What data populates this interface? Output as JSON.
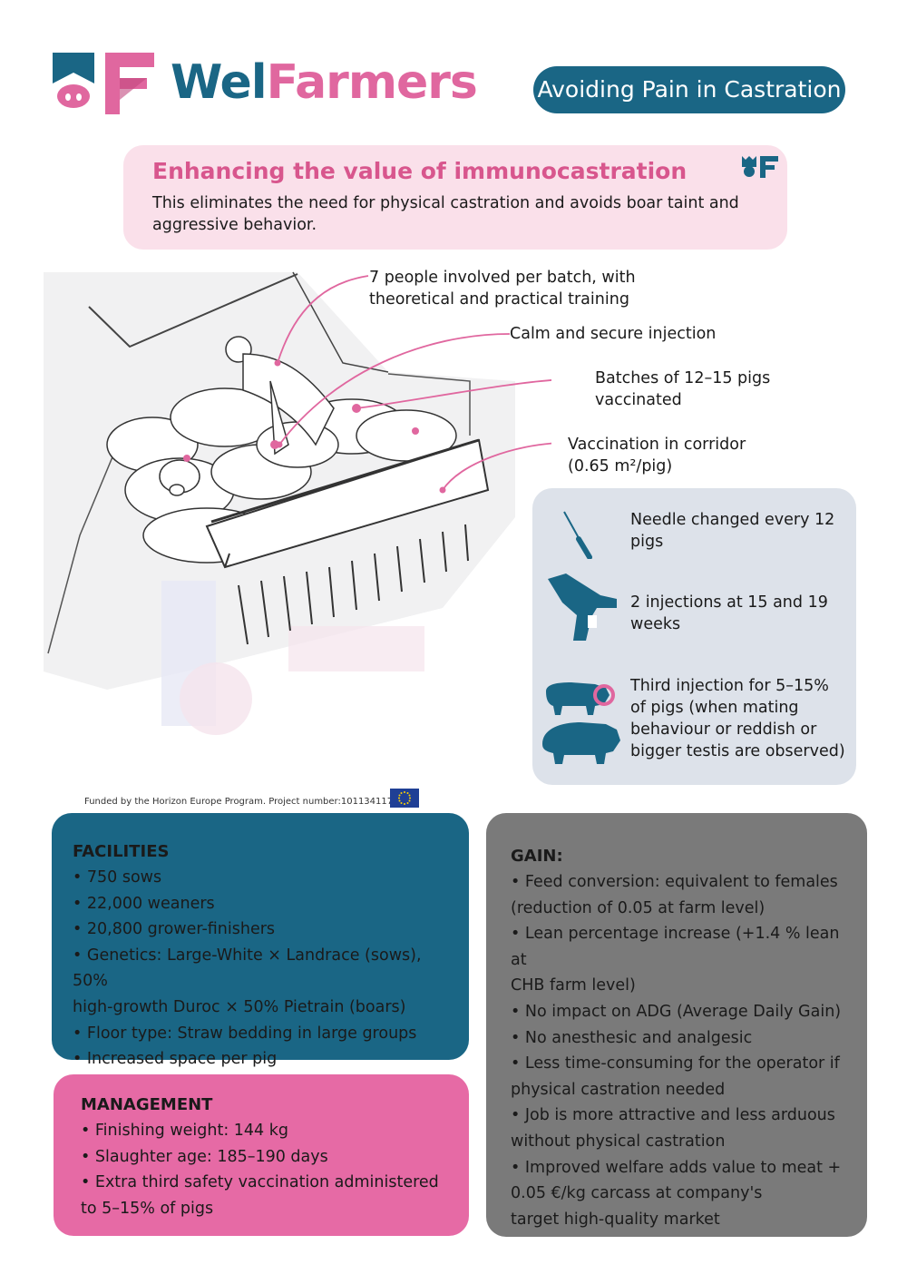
{
  "header": {
    "logo_wel": "Wel",
    "logo_farmers": "Farmers",
    "title": "Avoiding Pain in Castration"
  },
  "intro": {
    "title": "Enhancing the value of immunocastration",
    "text": "This eliminates the need for physical castration and avoids boar taint and aggressive behavior."
  },
  "callouts": [
    {
      "text": "7 people involved per batch, with theoretical and practical training"
    },
    {
      "text": "Calm and secure injection"
    },
    {
      "text": "Batches of 12–15 pigs vaccinated"
    },
    {
      "text_main": "Vaccination in corridor",
      "text_sub": "(0.65 m²/pig)"
    }
  ],
  "info_panel": [
    {
      "icon": "needle-icon",
      "text": "Needle changed every 12 pigs"
    },
    {
      "icon": "injection-gun-icon",
      "text": "2 injections at 15 and 19 weeks"
    },
    {
      "icon": "pigs-icon",
      "text": "Third injection for 5–15% of pigs (when mating behaviour or reddish or bigger testis are observed)"
    }
  ],
  "funding": {
    "text": "Funded by the Horizon Europe Program. Project number:101134117"
  },
  "facilities": {
    "heading": "FACILITIES",
    "items": [
      "• 750 sows",
      "• 22,000 weaners",
      "• 20,800 grower-finishers",
      "• Genetics: Large-White × Landrace (sows), 50%",
      "high-growth Duroc × 50% Pietrain (boars)",
      "• Floor type: Straw bedding in large groups",
      "• Increased space per pig"
    ]
  },
  "management": {
    "heading": "MANAGEMENT",
    "items": [
      "• Finishing weight: 144 kg",
      "• Slaughter age: 185–190 days",
      "• Extra third safety vaccination administered",
      "to 5–15% of pigs"
    ]
  },
  "gain": {
    "heading": "GAIN:",
    "items": [
      "• Feed conversion: equivalent to females",
      "(reduction of 0.05 at farm level)",
      "• Lean percentage increase (+1.4 % lean at",
      "CHB farm level)",
      "• No impact on ADG (Average Daily Gain)",
      "• No anesthesic and analgesic",
      "• Less time-consuming for the operator if",
      "physical castration needed",
      "• Job is more attractive and less arduous",
      "without physical castration",
      "• Improved welfare adds value to meat +",
      "0.05 €/kg carcass at company's",
      "target high-quality market"
    ]
  },
  "colors": {
    "brand_blue": "#1a6685",
    "brand_pink": "#e0679f",
    "intro_bg": "#fae0ea",
    "panel_bg": "#dde2ea",
    "gain_bg": "#7a7a7a",
    "management_bg": "#e66aa5"
  }
}
